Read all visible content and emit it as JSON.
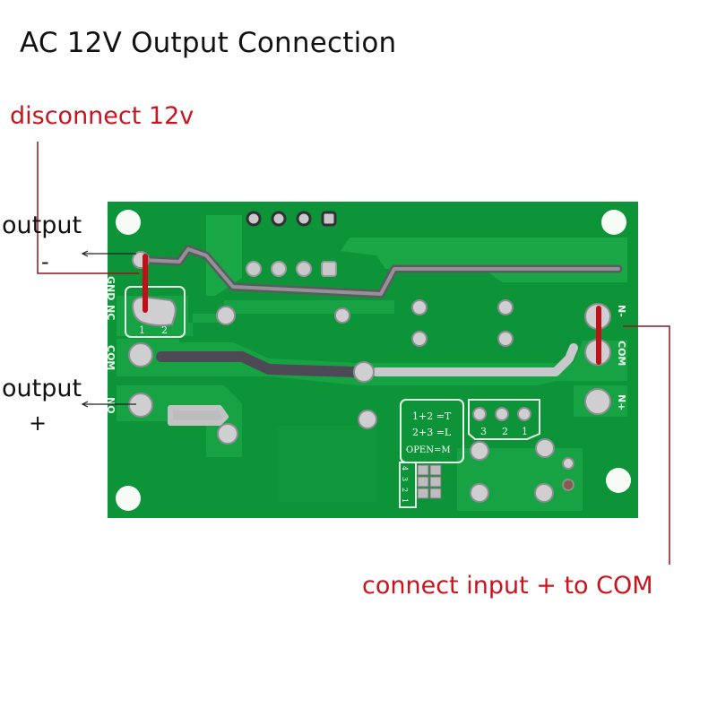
{
  "title": "AC 12V Output Connection",
  "annotations": {
    "disconnect": "disconnect 12v",
    "connect": "connect input +  to COM",
    "output_negative": {
      "label": "output",
      "sign": "-"
    },
    "output_positive": {
      "label": "output",
      "sign": "+"
    }
  },
  "board": {
    "left_terminals": [
      "GND",
      "NC",
      "COM",
      "NO"
    ],
    "right_terminals": [
      "N-",
      "COM",
      "N+"
    ],
    "jumper_pins": [
      "1",
      "2"
    ],
    "mode_legend": [
      "1+2 =T",
      "2+3 =L",
      "OPEN=M"
    ],
    "mode_header_pins": [
      "3",
      "2",
      "1"
    ],
    "dip_labels": [
      "4",
      "3",
      "2",
      "1"
    ]
  },
  "colors": {
    "annotation_red": "#c8141c",
    "wire_red": "#c0101a",
    "leader_line": "#8b1a1a",
    "pcb_green": "#0f9a3c",
    "pcb_trace": "#1fb04a",
    "solder": "#c9c9c9"
  }
}
